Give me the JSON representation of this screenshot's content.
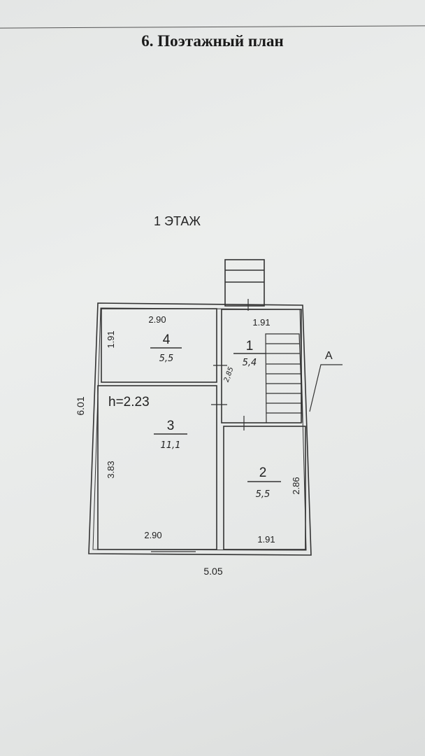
{
  "document": {
    "title": "6. Поэтажный план",
    "floor_label": "1 ЭТАЖ"
  },
  "plan": {
    "overall_width": "5.05",
    "overall_depth": "6.01",
    "ceiling_height": "h=2.23",
    "section_marker": "A",
    "rooms": [
      {
        "number": "1",
        "area": "5,4",
        "width": "1.91",
        "length": "2,85"
      },
      {
        "number": "2",
        "area": "5,5",
        "width": "1.91",
        "length": "2.86"
      },
      {
        "number": "3",
        "area": "11,1",
        "width": "2.90",
        "length": "3.83"
      },
      {
        "number": "4",
        "area": "5,5",
        "width": "2.90",
        "length": "1.91"
      }
    ]
  }
}
